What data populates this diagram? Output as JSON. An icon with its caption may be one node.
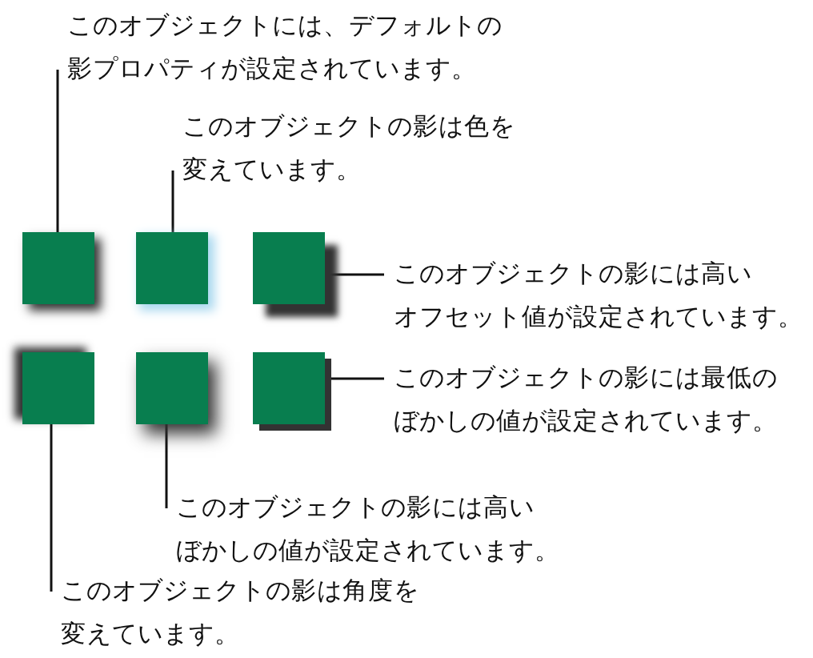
{
  "diagram": {
    "nodes": [
      {
        "text": [
          "このオブジェクトには、デフォルトの影プロパティが設定されています。"
        ]
      },
      {
        "text": [
          "このオブジェクトの影は色を変えています。"
        ]
      },
      {
        "text": [],
        "shape": "box"
      },
      {
        "text": [],
        "shape": "box"
      },
      {
        "text": [],
        "shape": "box"
      },
      {
        "text": [
          "このオブジェクトの影には高いオフセット値が設定されています。"
        ]
      },
      {
        "text": [],
        "shape": "box"
      },
      {
        "text": [],
        "shape": "box"
      },
      {
        "text": [],
        "shape": "box"
      },
      {
        "text": [
          "このオブジェクトの影には最低のぼかしの値が設定されています。"
        ]
      },
      {
        "text": [
          "このオブジェクトの影には高いぼかしの値が設定されています。"
        ]
      },
      {
        "text": [
          "このオブジェクトの影は角度を変えています。"
        ]
      }
    ],
    "edges": [
      {
        "from": 0,
        "to": 2,
        "arrow": "none"
      },
      {
        "from": 1,
        "to": 3,
        "arrow": "none"
      },
      {
        "from": 5,
        "to": 4,
        "arrow": "none"
      },
      {
        "from": 9,
        "to": 8,
        "arrow": "none"
      },
      {
        "from": 10,
        "to": 7,
        "arrow": "none"
      },
      {
        "from": 11,
        "to": 6,
        "arrow": "none"
      }
    ]
  }
}
